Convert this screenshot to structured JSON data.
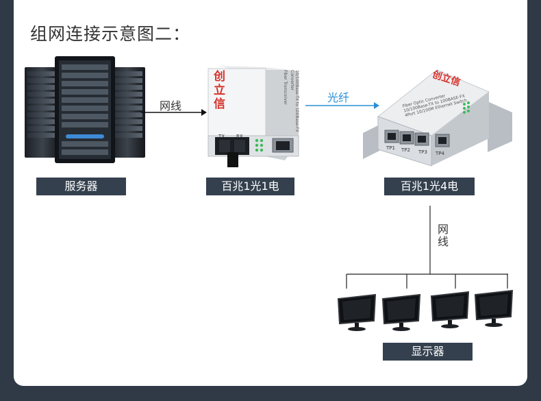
{
  "title": "组网连接示意图二：",
  "nodes": {
    "server": {
      "label": "服务器"
    },
    "converter1": {
      "label": "百兆1光1电",
      "brand": "创立信",
      "port_labels": [
        "TX",
        "RX"
      ],
      "side_text": "Fiber Transceiver",
      "spec_text": "10/100Base-TX to 100Base-FX Converter"
    },
    "converter4": {
      "label": "百兆1光4电",
      "brand": "创立信",
      "model_lines": [
        "Fiber Optic Converter",
        "10/100Base-TX to 100BASE-FX",
        "4Port 10/100M Ethernet Switch"
      ],
      "port_labels": [
        "TP1",
        "TP2",
        "TP3",
        "TP4"
      ]
    },
    "monitors": {
      "label": "显示器"
    }
  },
  "connections": {
    "server_to_converter1": "网线",
    "converter1_to_converter4": "光纤",
    "converter4_to_monitors_line1": "网",
    "converter4_to_monitors_line2": "线"
  },
  "colors": {
    "background": "#2f3a46",
    "card": "#ffffff",
    "label_bg": "#34404e",
    "fiber": "#2a8fd6",
    "brand_red": "#d6322b"
  }
}
